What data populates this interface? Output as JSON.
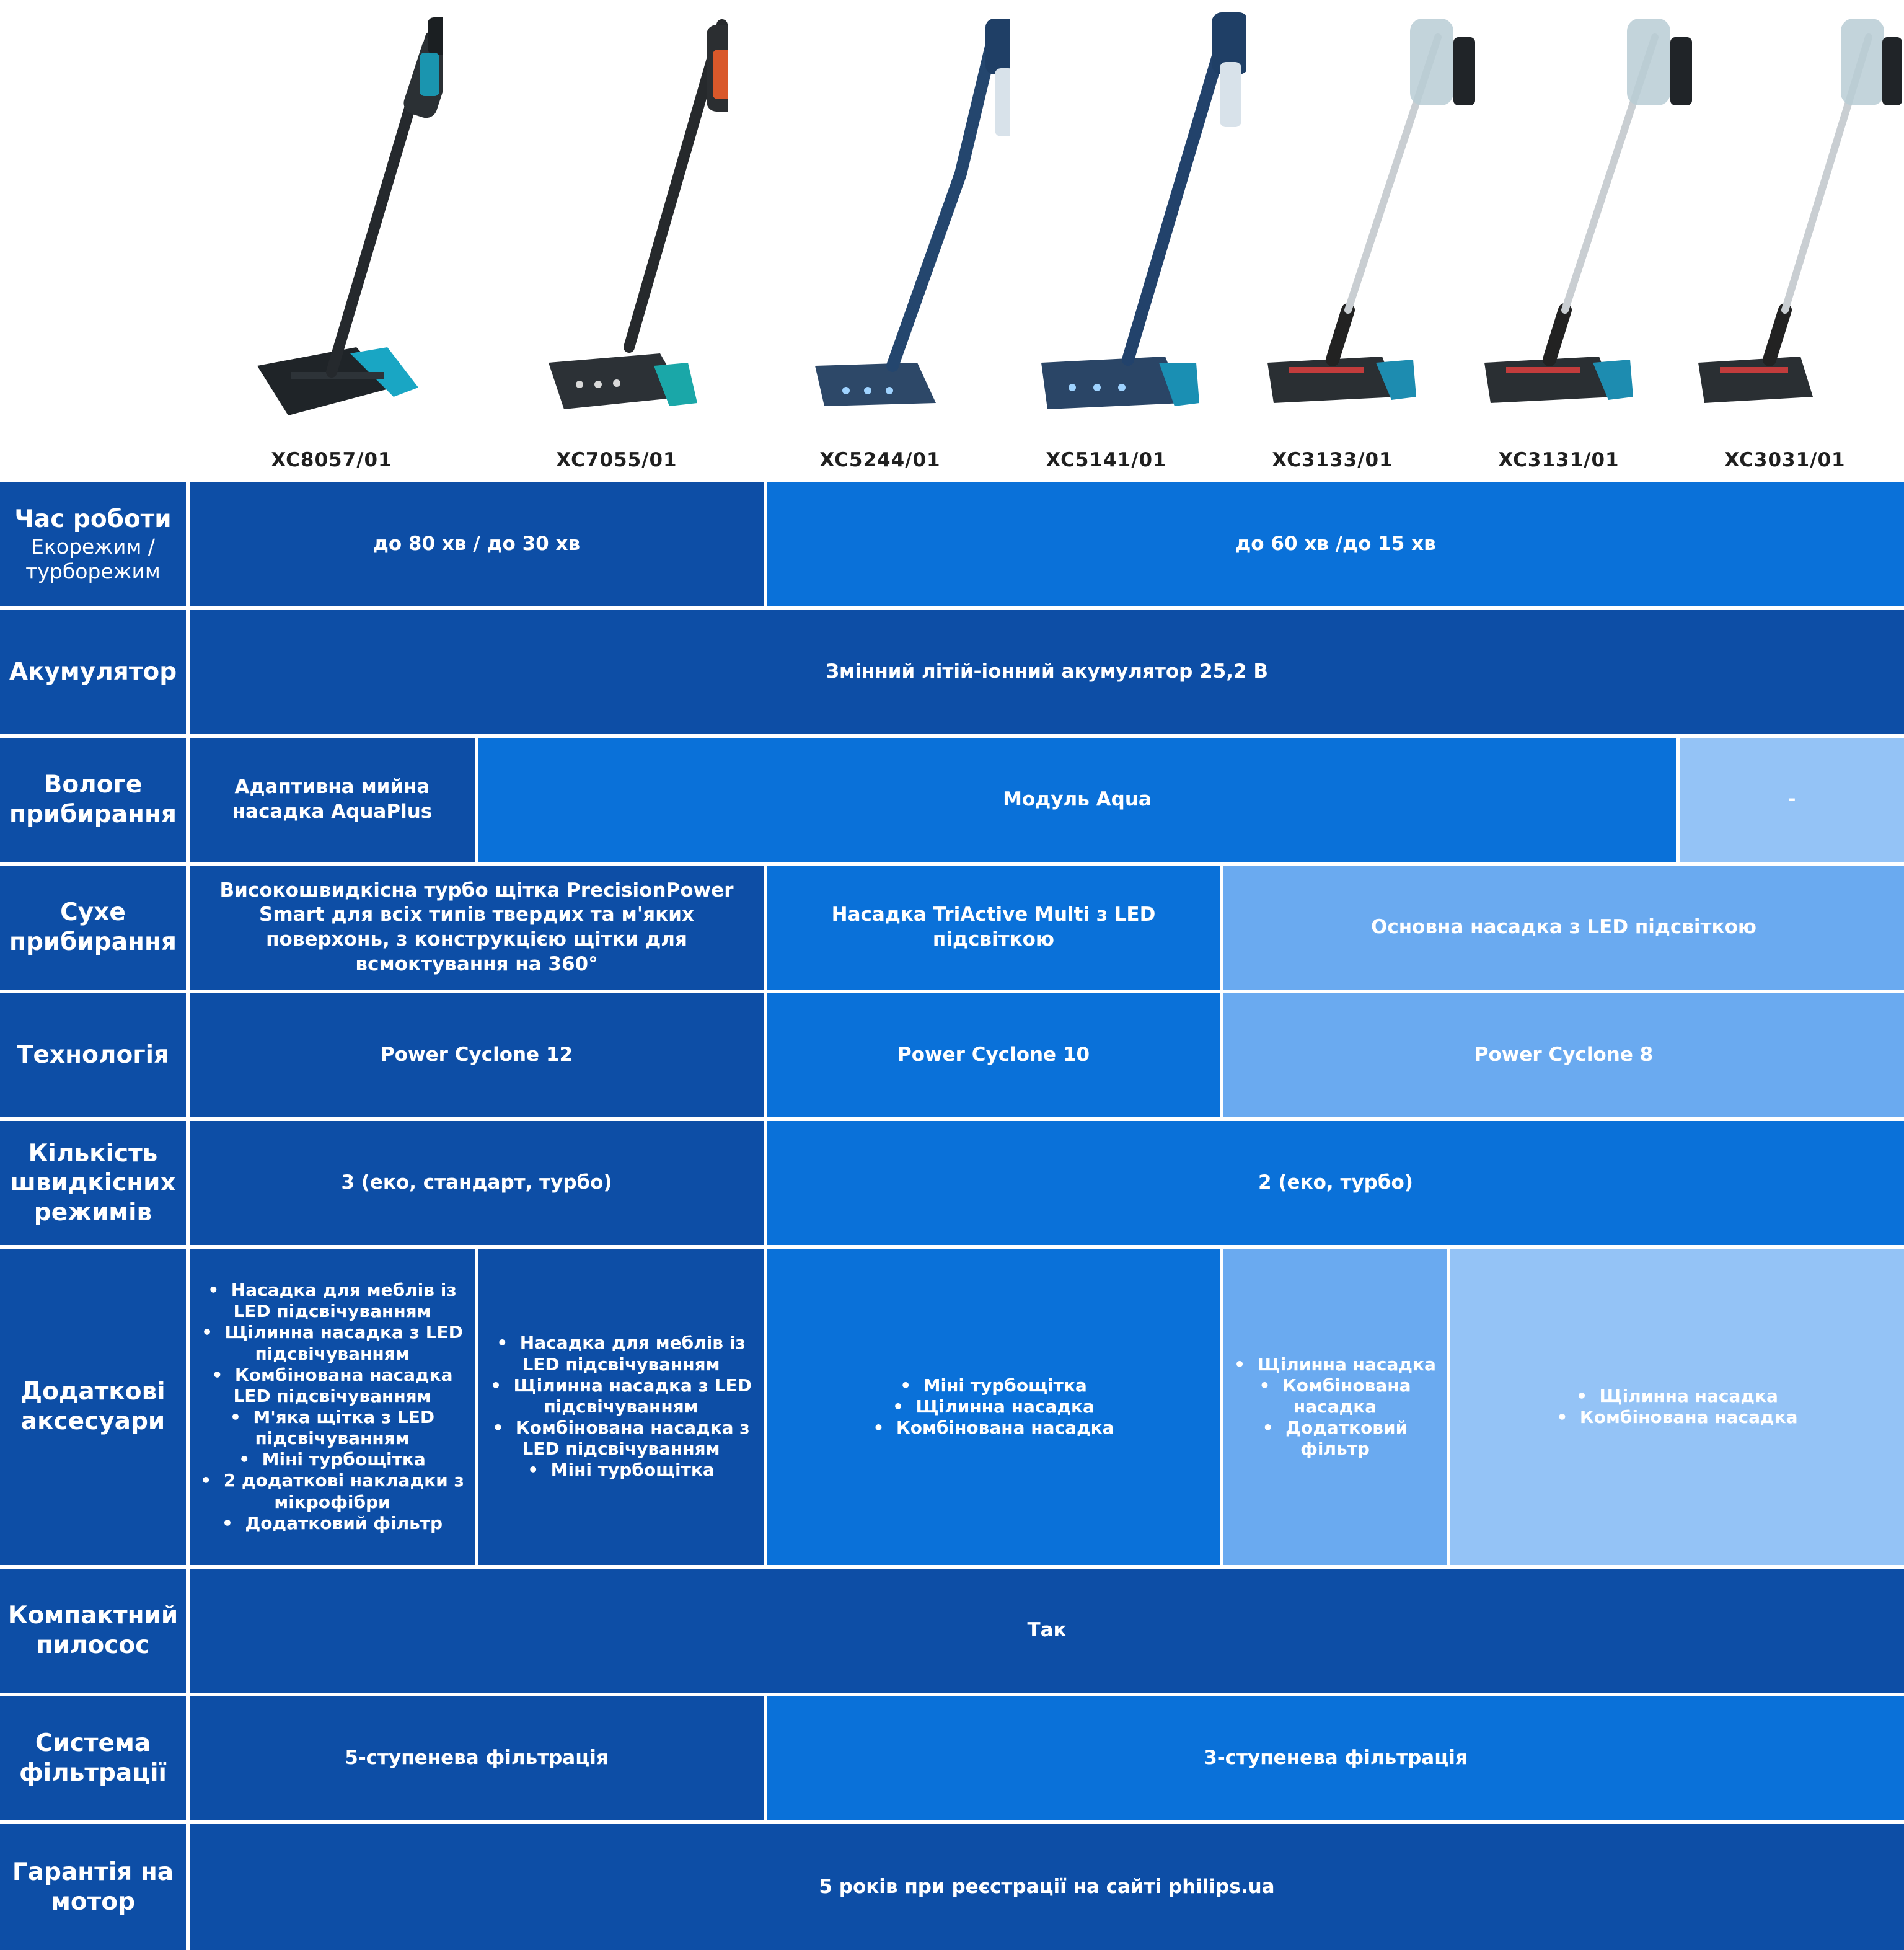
{
  "colors": {
    "dark": "#0d4ea6",
    "mid": "#0a71d9",
    "light": "#6aaaf0",
    "pale": "#94c3f6"
  },
  "models": [
    "XC8057/01",
    "XC7055/01",
    "XC5244/01",
    "XC5141/01",
    "XC3133/01",
    "XC3131/01",
    "XC3031/01"
  ],
  "rows": {
    "runtime": {
      "label": "Час роботи",
      "sublabel": "Екорежим / турборежим",
      "v1": "до 80 хв / до 30 хв",
      "v2": "до 60 хв /до 15 хв"
    },
    "battery": {
      "label": "Акумулятор",
      "v1": "Змінний літій-іонний акумулятор 25,2 В"
    },
    "wet": {
      "label": "Вологе прибирання",
      "v1": "Адаптивна мийна насадка AquaPlus",
      "v2": "Модуль Aqua",
      "v3": "-"
    },
    "dry": {
      "label": "Сухе прибирання",
      "v1": "Високошвидкісна турбо щітка PrecisionPower Smart для всіх типів твердих та м'яких поверхонь, з конструкцією щітки для всмоктування на 360°",
      "v2": "Насадка TriActive Multi з LED підсвіткою",
      "v3": "Основна насадка з LED підсвіткою"
    },
    "tech": {
      "label": "Технологія",
      "v1": "Power Cyclone 12",
      "v2": "Power Cyclone 10",
      "v3": "Power Cyclone 8"
    },
    "modes": {
      "label": "Кількість швидкісних режимів",
      "v1": "3 (еко, стандарт, турбо)",
      "v2": "2 (еко, турбо)"
    },
    "accessories": {
      "label": "Додаткові аксесуари",
      "g1": [
        "Насадка для меблів із LED підсвічуванням",
        "Щілинна насадка з LED підсвічуванням",
        "Комбінована насадка LED підсвічуванням",
        "М'яка щітка з LED підсвічуванням",
        "Міні турбощітка",
        "2 додаткові накладки з мікрофібри",
        "Додатковий фільтр"
      ],
      "g2": [
        "Насадка для меблів із LED підсвічуванням",
        "Щілинна насадка з LED підсвічуванням",
        "Комбінована насадка з LED підсвічуванням",
        "Міні турбощітка"
      ],
      "g3": [
        "Міні турбощітка",
        "Щілинна насадка",
        "Комбінована насадка"
      ],
      "g4": [
        "Щілинна насадка",
        "Комбінована насадка",
        "Додатковий фільтр"
      ],
      "g5": [
        "Щілинна насадка",
        "Комбінована насадка"
      ]
    },
    "compact": {
      "label": "Компактний пилосос",
      "v1": "Так"
    },
    "filtration": {
      "label": "Система фільтрації",
      "v1": "5-ступенева фільтрація",
      "v2": "3-ступенева фільтрація"
    },
    "warranty": {
      "label": "Гарантія на мотор",
      "v1": "5 років при реєстрації на сайті philips.ua"
    }
  }
}
